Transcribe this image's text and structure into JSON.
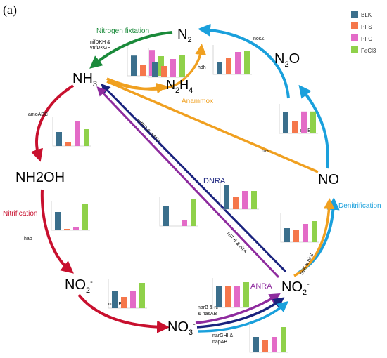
{
  "panel_label": "(a)",
  "colors": {
    "BLK": "#3b6f8c",
    "PFS": "#f5774b",
    "PFC": "#e36bc7",
    "FeCl3": "#8fd14a",
    "nitrogen_fixation": "#1a8a3a",
    "anammox": "#f0a020",
    "nitrification": "#c8102e",
    "denitrification": "#1aa0dc",
    "dnra": "#1a237e",
    "anra": "#8e2b9e"
  },
  "legend": [
    {
      "label": "BLK",
      "color": "#3b6f8c"
    },
    {
      "label": "PFS",
      "color": "#f5774b"
    },
    {
      "label": "PFC",
      "color": "#e36bc7"
    },
    {
      "label": "FeCl3",
      "color": "#8fd14a"
    }
  ],
  "nodes": {
    "n2": {
      "main": "N",
      "sub": "2"
    },
    "nh3": {
      "main": "NH",
      "sub": "3"
    },
    "n2h4": {
      "main": "N",
      "sub1": "2",
      "main2": "H",
      "sub2": "4"
    },
    "n2o": {
      "main": "N",
      "sub": "2",
      "main2": "O"
    },
    "nh2oh": "NH2OH",
    "no": "NO",
    "no2_left": {
      "main": "NO",
      "sub": "2",
      "sup": "-"
    },
    "no2_right": {
      "main": "NO",
      "sub": "2",
      "sup": "-"
    },
    "no3": {
      "main": "NO",
      "sub": "3",
      "sup": "-"
    }
  },
  "process_labels": {
    "nitrogen_fixation": "Nitrogen fixtation",
    "anammox": "Anammox",
    "nitrification": "Nitrification",
    "denitrification": "Denitrification",
    "dnra": "DNRA",
    "anra": "ANRA"
  },
  "gene_labels": {
    "nifdkh": "nifDKH &",
    "vnfdkgh": "vnfDKGH",
    "hdh": "hdh",
    "nosz": "nosZ",
    "amoabc": "amoABC",
    "nrfbd": "nrfBD & nrfAH",
    "hzs": "hzs",
    "norbc": "norBC",
    "hao": "hao",
    "nitab": "NIT-6 & nirA",
    "nirks": "nirK & nirS",
    "nxrab": "nxrAB",
    "narb1": "narB & nr",
    "narb2": "& nasAB",
    "narghi": "narGHI &",
    "napab": "napAB"
  },
  "chart_data": [
    {
      "type": "bar",
      "id": "n_fixation_chart",
      "categories": [
        "BLK",
        "PFS",
        "PFC",
        "FeCl3"
      ],
      "values": [
        0.72,
        0.38,
        0.92,
        0.7
      ]
    },
    {
      "type": "bar",
      "id": "hdh_chart",
      "categories": [
        "BLK",
        "PFS",
        "PFC",
        "FeCl3"
      ],
      "values": [
        0.55,
        0.4,
        0.65,
        0.78
      ]
    },
    {
      "type": "bar",
      "id": "nosz_chart",
      "categories": [
        "BLK",
        "PFS",
        "PFC",
        "FeCl3"
      ],
      "values": [
        0.45,
        0.6,
        0.8,
        0.85
      ]
    },
    {
      "type": "bar",
      "id": "amoabc_chart",
      "categories": [
        "BLK",
        "PFS",
        "PFC",
        "FeCl3"
      ],
      "values": [
        0.5,
        0.15,
        0.9,
        0.6
      ]
    },
    {
      "type": "bar",
      "id": "norbc_chart",
      "categories": [
        "BLK",
        "PFS",
        "PFC",
        "FeCl3"
      ],
      "values": [
        0.75,
        0.45,
        0.78,
        0.78
      ]
    },
    {
      "type": "bar",
      "id": "dnra_chart",
      "categories": [
        "BLK",
        "PFS",
        "PFC",
        "FeCl3"
      ],
      "values": [
        0.85,
        0.45,
        0.65,
        0.65
      ]
    },
    {
      "type": "bar",
      "id": "hao_chart",
      "categories": [
        "BLK",
        "PFS",
        "PFC",
        "FeCl3"
      ],
      "values": [
        0.65,
        0.05,
        0.12,
        0.95
      ]
    },
    {
      "type": "bar",
      "id": "center_chart",
      "categories": [
        "BLK",
        "PFS",
        "PFC",
        "FeCl3"
      ],
      "values": [
        0.7,
        0.0,
        0.2,
        0.95
      ]
    },
    {
      "type": "bar",
      "id": "nirks_chart",
      "categories": [
        "BLK",
        "PFS",
        "PFC",
        "FeCl3"
      ],
      "values": [
        0.5,
        0.45,
        0.65,
        0.75
      ]
    },
    {
      "type": "bar",
      "id": "nxrab_chart",
      "categories": [
        "BLK",
        "PFS",
        "PFC",
        "FeCl3"
      ],
      "values": [
        0.6,
        0.4,
        0.6,
        0.9
      ]
    },
    {
      "type": "bar",
      "id": "anra_chart",
      "categories": [
        "BLK",
        "PFS",
        "PFC",
        "FeCl3"
      ],
      "values": [
        0.75,
        0.75,
        0.75,
        0.9
      ]
    },
    {
      "type": "bar",
      "id": "nar_chart",
      "categories": [
        "BLK",
        "PFS",
        "PFC",
        "FeCl3"
      ],
      "values": [
        0.55,
        0.45,
        0.55,
        0.9
      ]
    }
  ]
}
